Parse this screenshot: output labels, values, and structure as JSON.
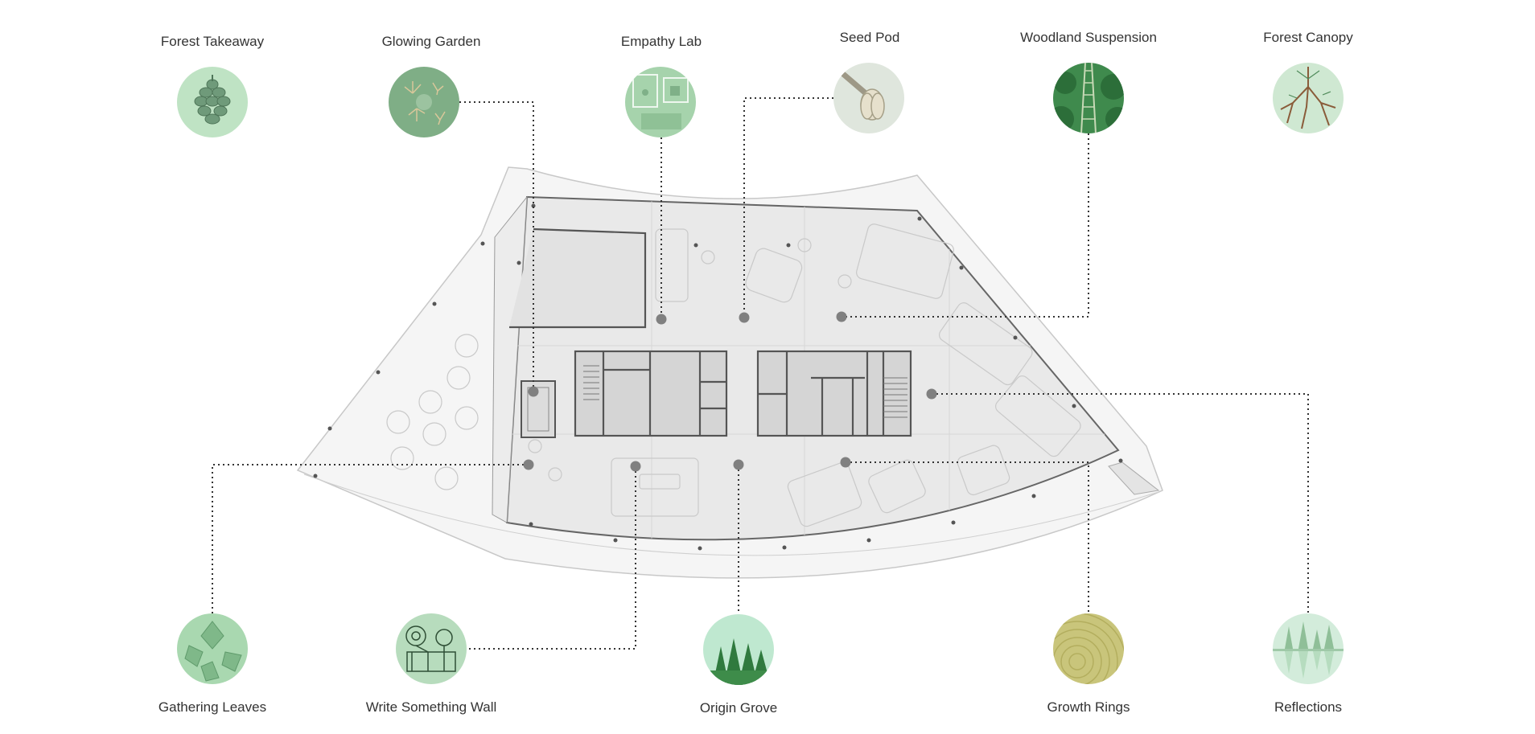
{
  "colors": {
    "floor_outer": "#f5f5f5",
    "floor_inner": "#e9e9e9",
    "wall": "#555555",
    "core_fill": "#d5d5d5",
    "dot": "#808080",
    "leader": "#333333",
    "accent_green": "#a9d8b0"
  },
  "points": [
    {
      "key": "forest_takeaway",
      "label": "Forest Takeaway",
      "icon": "pinecone-icon"
    },
    {
      "key": "glowing_garden",
      "label": "Glowing Garden",
      "icon": "garden-ferns-icon"
    },
    {
      "key": "empathy_lab",
      "label": "Empathy Lab",
      "icon": "lab-room-icon"
    },
    {
      "key": "seed_pod",
      "label": "Seed Pod",
      "icon": "seed-pod-icon"
    },
    {
      "key": "woodland_suspension",
      "label": "Woodland Suspension",
      "icon": "suspension-bridge-icon"
    },
    {
      "key": "forest_canopy",
      "label": "Forest Canopy",
      "icon": "tree-roots-icon"
    },
    {
      "key": "gathering_leaves",
      "label": "Gathering Leaves",
      "icon": "leaves-icon"
    },
    {
      "key": "write_something_wall",
      "label": "Write Something Wall",
      "icon": "machine-sketch-icon"
    },
    {
      "key": "origin_grove",
      "label": "Origin Grove",
      "icon": "pine-forest-icon"
    },
    {
      "key": "growth_rings",
      "label": "Growth Rings",
      "icon": "tree-rings-icon"
    },
    {
      "key": "reflections",
      "label": "Reflections",
      "icon": "lake-reflection-icon"
    }
  ]
}
